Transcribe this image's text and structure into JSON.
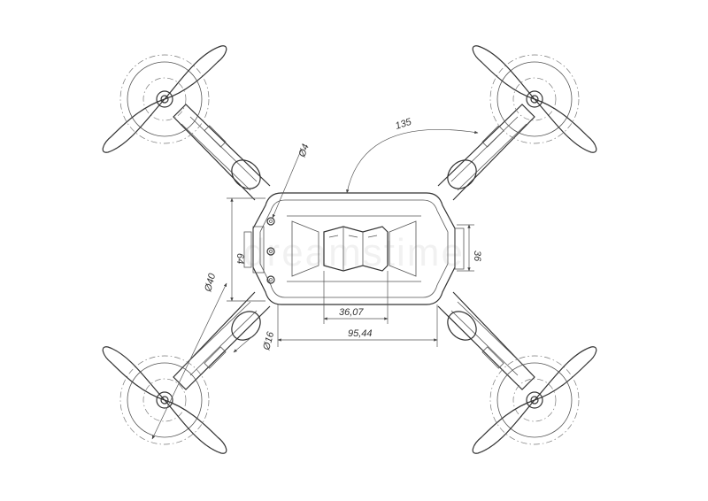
{
  "dimensions": {
    "angle": "135",
    "hole_dia": "Ø4",
    "frame_height": "64",
    "battery_width": "36",
    "inner_width": "36,07",
    "outer_width": "95,44",
    "pod_dia": "Ø40",
    "motor_dia": "Ø16"
  },
  "watermark": "dreamstime"
}
